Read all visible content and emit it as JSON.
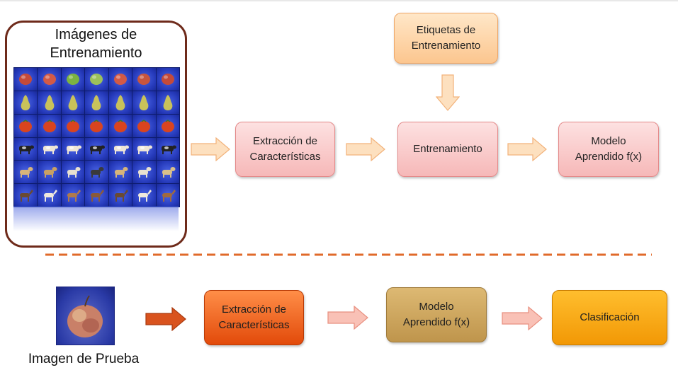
{
  "training": {
    "title_line1": "Imágenes de",
    "title_line2": "Entrenamiento",
    "grid_rows": [
      "apple",
      "pear",
      "tomato",
      "cow",
      "dog",
      "horse"
    ]
  },
  "top_flow": {
    "labels_box": {
      "line1": "Etiquetas de",
      "line2": "Entrenamiento"
    },
    "feature_box": {
      "line1": "Extracción de",
      "line2": "Características"
    },
    "training_box": {
      "line1": "Entrenamiento"
    },
    "model_box": {
      "line1": "Modelo",
      "line2": "Aprendido f(x)"
    }
  },
  "bottom_flow": {
    "test_caption": "Imagen de Prueba",
    "feature_box": {
      "line1": "Extracción de",
      "line2": "Características"
    },
    "model_box": {
      "line1": "Modelo",
      "line2": "Aprendido f(x)"
    },
    "classification_box": {
      "line1": "Clasificación"
    }
  },
  "colors": {
    "separator": "#e06a2a",
    "frame_border": "#6e2a1a",
    "arrow_peach": "#fbd3a8",
    "arrow_pink": "#f7b3a9",
    "arrow_dark": "#d9531e"
  },
  "icons": {
    "arrow": "right-arrow-icon",
    "down_arrow": "down-arrow-icon",
    "test_image": "apple-photo"
  }
}
